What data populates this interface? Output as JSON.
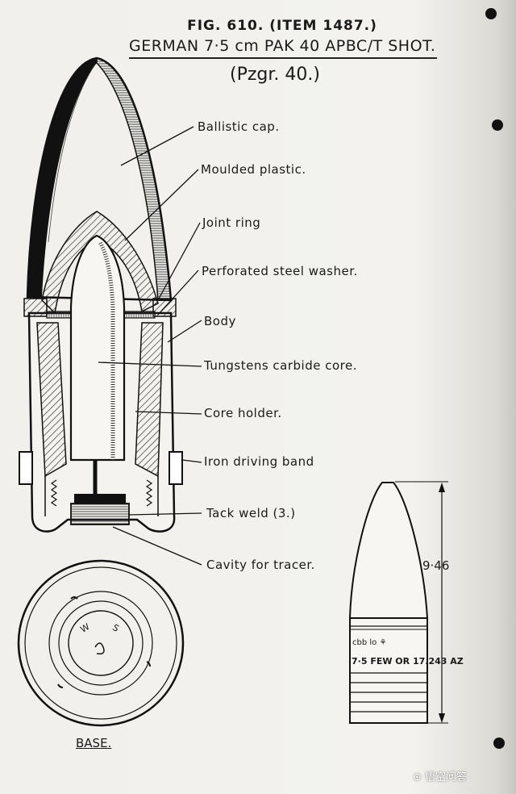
{
  "figure": {
    "title": "FIG. 610. (ITEM 1487.)",
    "subtitle": "GERMAN 7·5 cm PAK 40 APBC/T SHOT.",
    "designation": "(Pzgr. 40.)"
  },
  "labels": {
    "ballistic_cap": "Ballistic cap.",
    "moulded_plastic": "Moulded plastic.",
    "joint_ring": "Joint ring",
    "perforated_washer": "Perforated steel washer.",
    "body": "Body",
    "core": "Tungstens carbide core.",
    "core_holder": "Core holder.",
    "driving_band": "Iron driving band",
    "tack_weld": "Tack weld (3.)",
    "tracer_cavity": "Cavity for tracer."
  },
  "base": {
    "label": "BASE.",
    "mark_w": "W",
    "mark_s": "S"
  },
  "projectile": {
    "length": "9·46",
    "marking_line1": "cbb lo ⚘",
    "marking_line2": "7·5 FEW OR 17.243 AZ"
  },
  "watermark": "⊙ 悟空问答"
}
